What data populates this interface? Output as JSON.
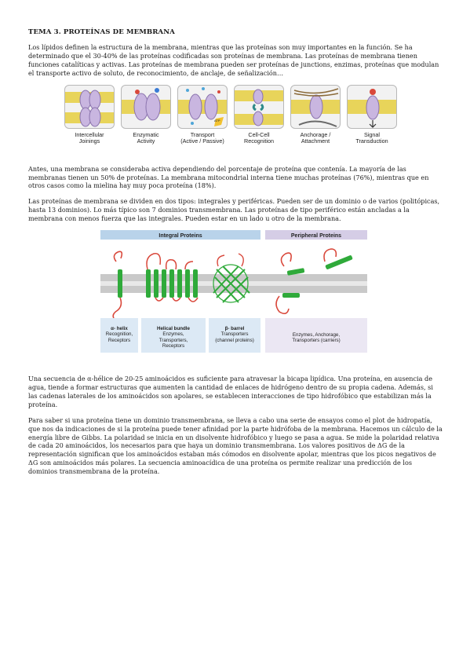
{
  "title": "TEMA 3. PROTEÍNAS DE MEMBRANA",
  "paragraphs": {
    "p1": "Los lípidos definen la estructura de la membrana, mientras que las proteínas son muy importantes en la función. Se ha determinado que el 30-40% de las proteínas codificadas son proteínas de membrana. Las proteínas de membrana tienen funciones catalíticas y activas. Las proteínas de membrana pueden ser proteínas de junctions, enzimas, proteínas que modulan el transporte activo de soluto, de reconocimiento, de anclaje, de señalización…",
    "p2": "Antes, una membrana se consideraba activa dependiendo del porcentaje de proteína que contenía. La mayoría de las membranas tienen un 50% de proteínas. La membrana mitocondrial interna tiene muchas proteínas (76%), mientras que en otros casos como la mielina hay muy poca proteína (18%).",
    "p3": "Las proteínas de membrana se dividen en dos tipos: integrales y periféricas. Pueden ser de un dominio o de varios (politópicas, hasta 13 dominios). Lo más típico son 7 dominios transmembrana. Las proteínas de tipo periférico están ancladas a la membrana con menos fuerza que las integrales. Pueden estar en un lado u otro de la membrana.",
    "p4": "Una secuencia de α-hélice de 20-25 aminoácidos es suficiente para atravesar la bicapa lipídica. Una proteína, en ausencia de agua, tiende a formar estructuras que aumenten la cantidad de enlaces de hidrógeno dentro de su propia cadena. Además, si las cadenas laterales de los aminoácidos son apolares, se establecen interacciones de tipo hidrofóbico que estabilizan más la proteína.",
    "p5": "Para saber si una proteína tiene un dominio transmembrana, se lleva a cabo una serie de ensayos como el plot de hidropatía, que nos da indicaciones de si la proteína puede tener afinidad por la parte hidrófoba de la membrana. Hacemos un cálculo de la energía libre de Gibbs. La polaridad se inicia en un disolvente hidrofóbico y luego se pasa a agua. Se mide la polaridad relativa de cada 20 aminoácidos, los necesarios para que haya un dominio transmembrana. Los valores positivos de ΔG de la representación significan que los aminoácidos estaban más cómodos en disolvente apolar, mientras que los picos negativos de ΔG son aminoácidos más polares. La secuencia aminoacídica de una proteína os permite realizar una predicción de los dominios transmembrana de la proteína."
  },
  "figure1": {
    "panels": [
      {
        "line1": "Intercellular",
        "line2": "Joinings"
      },
      {
        "line1": "Enzymatic",
        "line2": "Activity"
      },
      {
        "line1": "Transport",
        "line2": "(Active / Passive)"
      },
      {
        "line1": "Cell-Cell",
        "line2": "Recognition"
      },
      {
        "line1": "Anchorage /",
        "line2": "Attachment"
      },
      {
        "line1": "Signal",
        "line2": "Transduction"
      }
    ],
    "atp_label": "ATP",
    "colors": {
      "protein": "#c9b6e0",
      "protein_stroke": "#8a73ad",
      "membrane": "#e8d45a",
      "panel_bg": "#f2f2f2"
    }
  },
  "figure2": {
    "integral_header": "Integral Proteins",
    "peripheral_header": "Peripheral Proteins",
    "alpha": {
      "name": "α- helix",
      "desc1": "Recognition,",
      "desc2": "Receptors"
    },
    "bundle": {
      "name": "Helical bundle",
      "desc1": "Enzymes,",
      "desc2": "Transporters,",
      "desc3": "Receptors"
    },
    "barrel": {
      "name": "β- barrel",
      "desc1": "Transporters",
      "desc2": "(channel proteins)"
    },
    "peripheral": {
      "desc1": "Enzymes,  Anchorage,",
      "desc2": "Transporters (carriers)"
    },
    "colors": {
      "integral_header": "#b9d3ea",
      "peripheral_header": "#d5cde6",
      "helix": "#2faa3a",
      "loop": "#d9483b",
      "membrane": "#c9c9c9"
    }
  }
}
